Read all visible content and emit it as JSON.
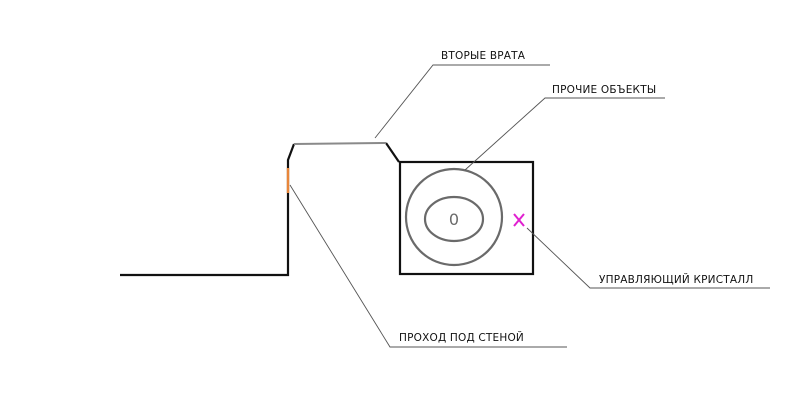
{
  "labels": {
    "second_gate": "ВТОРЫЕ ВРАТА",
    "other_objects": "ПРОЧИЕ ОБЪЕКТЫ",
    "control_crystal": "УПРАВЛЯЮЩИЙ КРИСТАЛЛ",
    "passage_under_wall": "ПРОХОД ПОД СТЕНОЙ"
  },
  "center_mark": "0",
  "colors": {
    "wall": "#111111",
    "gate": "#8a8a8a",
    "passage": "#e8863a",
    "crystal": "#e020d0",
    "rings": "#6a6a6a",
    "leader": "#555555"
  },
  "icons": {
    "crystal": "x-mark-icon"
  }
}
